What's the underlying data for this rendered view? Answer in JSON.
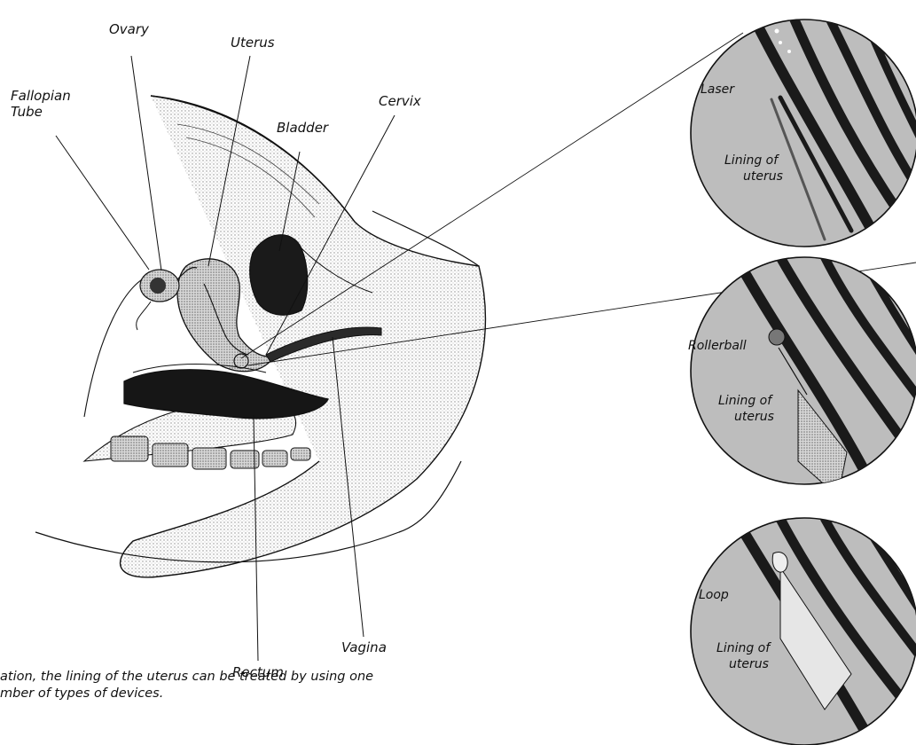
{
  "labels": {
    "ovary": "Ovary",
    "uterus": "Uterus",
    "fallopian_tube_1": "Fallopian",
    "fallopian_tube_2": "Tube",
    "bladder": "Bladder",
    "cervix": "Cervix",
    "rectum": "Rectum",
    "vagina": "Vagina"
  },
  "insets": [
    {
      "device": "Laser",
      "lining_1": "Lining of",
      "lining_2": "uterus"
    },
    {
      "device": "Rollerball",
      "lining_1": "Lining of",
      "lining_2": "uterus"
    },
    {
      "device": "Loop",
      "lining_1": "Lining of",
      "lining_2": "uterus"
    }
  ],
  "caption": {
    "line1": "ation, the lining of the uterus can be treated by using one",
    "line2": "mber of types of devices."
  },
  "colors": {
    "ink": "#111111",
    "stipple": "#c9c9c9",
    "dark_tissue": "#1a1a1a",
    "inset_bg": "#bdbdbd"
  }
}
